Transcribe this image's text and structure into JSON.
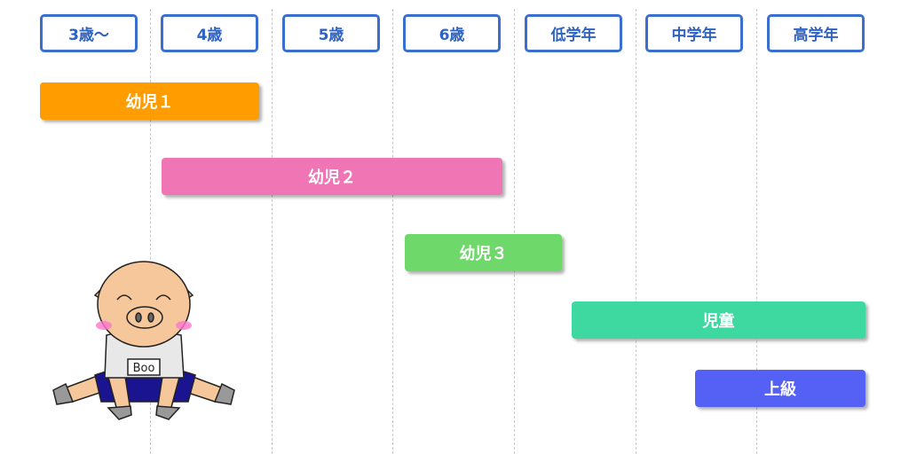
{
  "columns": [
    "3歳〜",
    "4歳",
    "5歳",
    "6歳",
    "低学年",
    "中学年",
    "高学年"
  ],
  "bars": [
    {
      "label": "幼児１",
      "color": "#ff9c00"
    },
    {
      "label": "幼児２",
      "color": "#f075b4"
    },
    {
      "label": "幼児３",
      "color": "#6fd86a"
    },
    {
      "label": "児童",
      "color": "#3dd9a0"
    },
    {
      "label": "上級",
      "color": "#5560f5"
    }
  ],
  "illustration": {
    "shirt_text": "Boo"
  }
}
